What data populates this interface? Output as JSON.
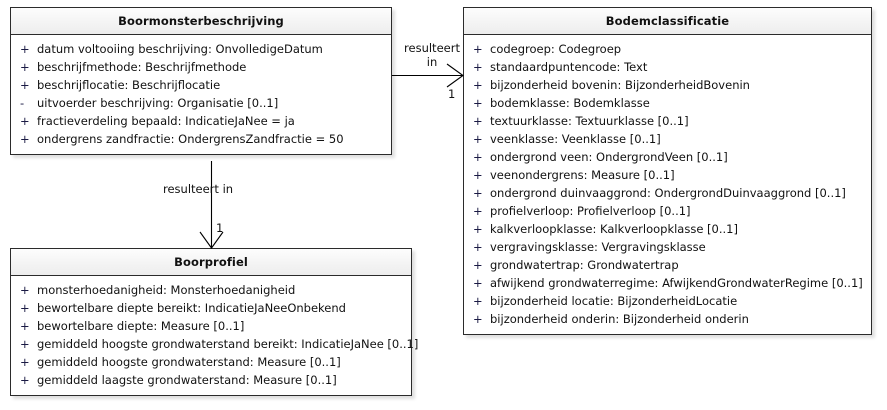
{
  "diagram": {
    "type": "uml-class-diagram",
    "background_color": "#ffffff",
    "border_color": "#2b2b2b",
    "header_fill": "#f2f2f2",
    "body_fill": "#ffffff"
  },
  "classes": [
    {
      "id": "boormonsterbeschrijving",
      "name": "Boormonsterbeschrijving",
      "attributes": [
        {
          "visibility": "+",
          "text": "datum voltooiing beschrijving: OnvolledigeDatum"
        },
        {
          "visibility": "+",
          "text": "beschrijfmethode: Beschrijfmethode"
        },
        {
          "visibility": "+",
          "text": "beschrijflocatie: Beschrijflocatie"
        },
        {
          "visibility": "-",
          "text": "uitvoerder beschrijving: Organisatie [0..1]"
        },
        {
          "visibility": "+",
          "text": "fractieverdeling bepaald: IndicatieJaNee = ja"
        },
        {
          "visibility": "+",
          "text": "ondergrens zandfractie: OndergrensZandfractie = 50"
        }
      ]
    },
    {
      "id": "bodemclassificatie",
      "name": "Bodemclassificatie",
      "attributes": [
        {
          "visibility": "+",
          "text": "codegroep: Codegroep"
        },
        {
          "visibility": "+",
          "text": "standaardpuntencode: Text"
        },
        {
          "visibility": "+",
          "text": "bijzonderheid bovenin: BijzonderheidBovenin"
        },
        {
          "visibility": "+",
          "text": "bodemklasse: Bodemklasse"
        },
        {
          "visibility": "+",
          "text": "textuurklasse: Textuurklasse [0..1]"
        },
        {
          "visibility": "+",
          "text": "veenklasse: Veenklasse [0..1]"
        },
        {
          "visibility": "+",
          "text": "ondergrond veen: OndergrondVeen [0..1]"
        },
        {
          "visibility": "+",
          "text": "veenondergrens: Measure [0..1]"
        },
        {
          "visibility": "+",
          "text": "ondergrond duinvaaggrond: OndergrondDuinvaaggrond [0..1]"
        },
        {
          "visibility": "+",
          "text": "profielverloop: Profielverloop [0..1]"
        },
        {
          "visibility": "+",
          "text": "kalkverloopklasse: Kalkverloopklasse [0..1]"
        },
        {
          "visibility": "+",
          "text": "vergravingsklasse: Vergravingsklasse"
        },
        {
          "visibility": "+",
          "text": "grondwatertrap: Grondwatertrap"
        },
        {
          "visibility": "+",
          "text": "afwijkend grondwaterregime: AfwijkendGrondwaterRegime [0..1]"
        },
        {
          "visibility": "+",
          "text": "bijzonderheid locatie: BijzonderheidLocatie"
        },
        {
          "visibility": "+",
          "text": "bijzonderheid onderin: Bijzonderheid onderin"
        }
      ]
    },
    {
      "id": "boorprofiel",
      "name": "Boorprofiel",
      "attributes": [
        {
          "visibility": "+",
          "text": "monsterhoedanigheid: Monsterhoedanigheid"
        },
        {
          "visibility": "+",
          "text": "bewortelbare diepte bereikt: IndicatieJaNeeOnbekend"
        },
        {
          "visibility": "+",
          "text": "bewortelbare diepte: Measure [0..1]"
        },
        {
          "visibility": "+",
          "text": "gemiddeld hoogste grondwaterstand bereikt: IndicatieJaNee [0..1]"
        },
        {
          "visibility": "+",
          "text": "gemiddeld hoogste grondwaterstand: Measure [0..1]"
        },
        {
          "visibility": "+",
          "text": "gemiddeld laagste grondwaterstand: Measure [0..1]"
        }
      ]
    }
  ],
  "associations": [
    {
      "id": "assoc-top",
      "label_line1": "resulteert",
      "label_line2": "in",
      "multiplicity": "1",
      "source": "Boormonsterbeschrijving",
      "target": "Bodemclassificatie",
      "direction": "right"
    },
    {
      "id": "assoc-left",
      "label": "resulteert in",
      "multiplicity": "1",
      "source": "Boormonsterbeschrijving",
      "target": "Boorprofiel",
      "direction": "down"
    }
  ]
}
